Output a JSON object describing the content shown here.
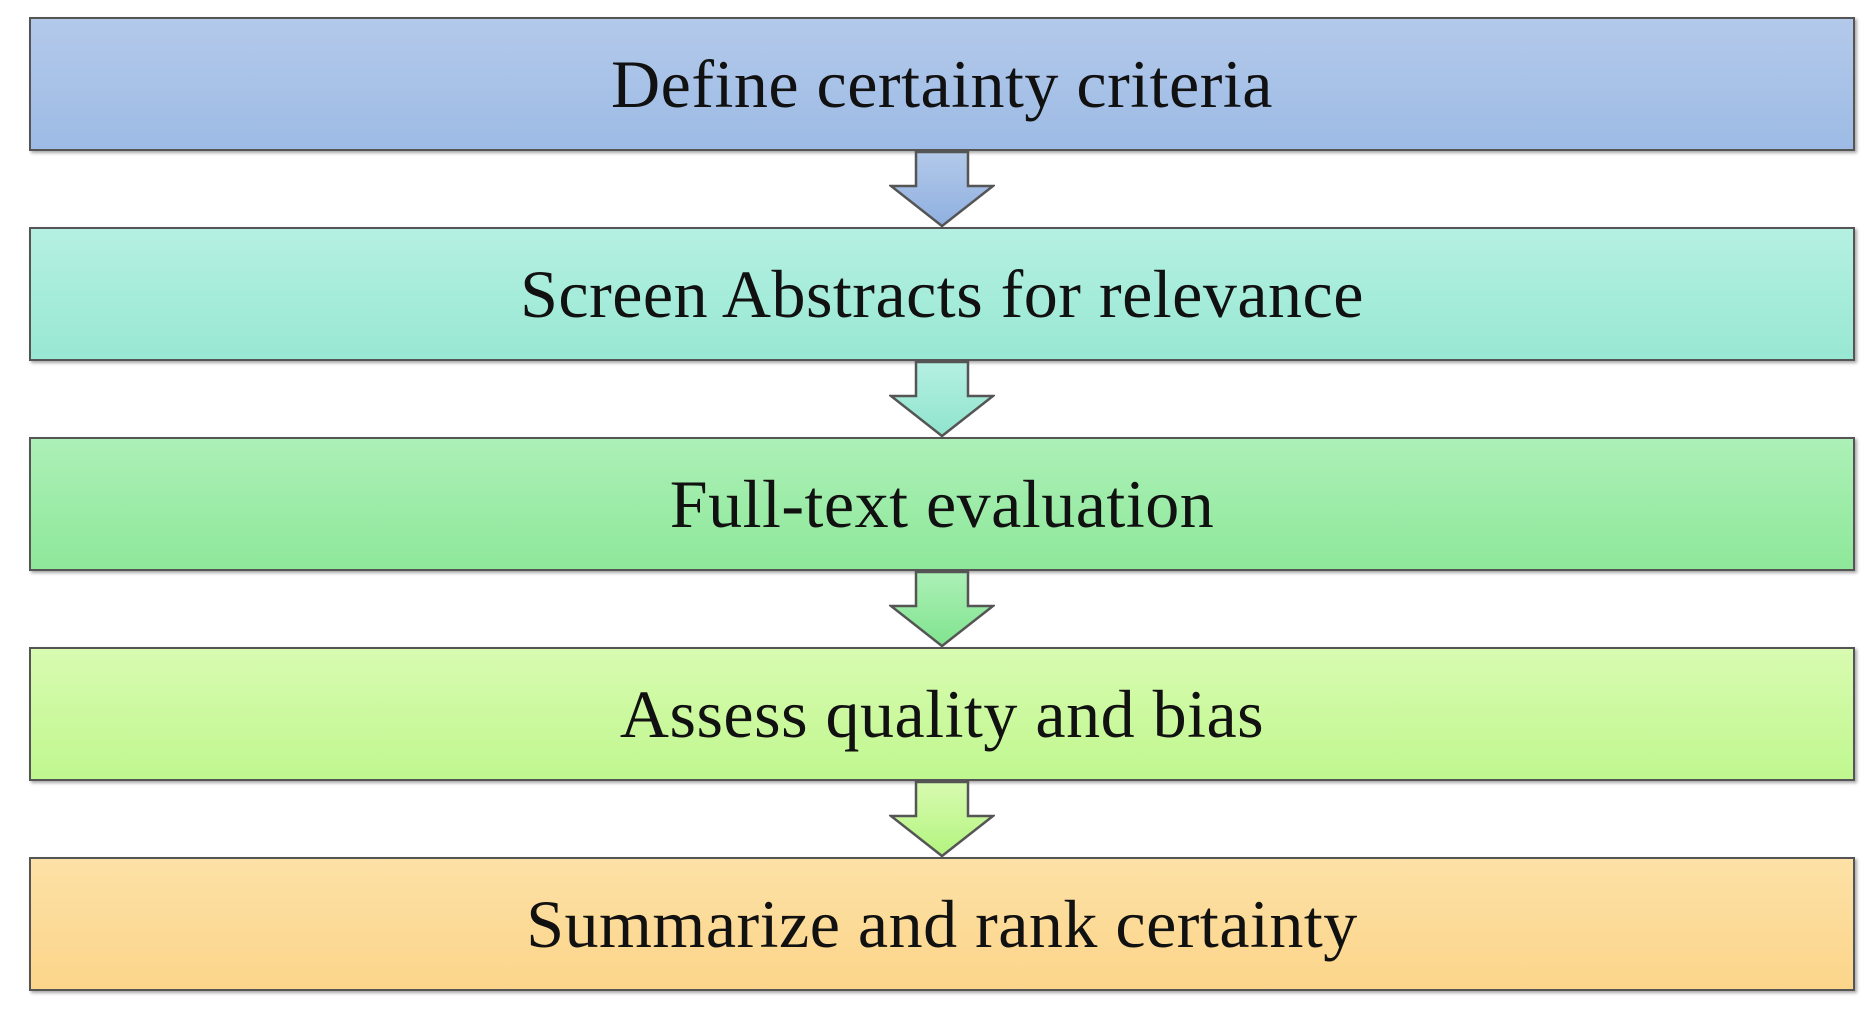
{
  "steps": [
    {
      "label": "Define certainty criteria",
      "color": "#a6c1e8"
    },
    {
      "label": "Screen Abstracts for relevance",
      "color": "#a4ecd9"
    },
    {
      "label": "Full-text evaluation",
      "color": "#9cec a8"
    },
    {
      "label": "Assess quality and bias",
      "color": "#ccf9a0"
    },
    {
      "label": "Summarize and rank certainty",
      "color": "#fcdb97"
    }
  ],
  "arrows": [
    {
      "from_color": "#b3c9ea",
      "to_color": "#8fb0e0"
    },
    {
      "from_color": "#b5f0e2",
      "to_color": "#8fe4ce"
    },
    {
      "from_color": "#acf0b7",
      "to_color": "#80e48f"
    },
    {
      "from_color": "#d8fbb0",
      "to_color": "#b3f47f"
    }
  ]
}
